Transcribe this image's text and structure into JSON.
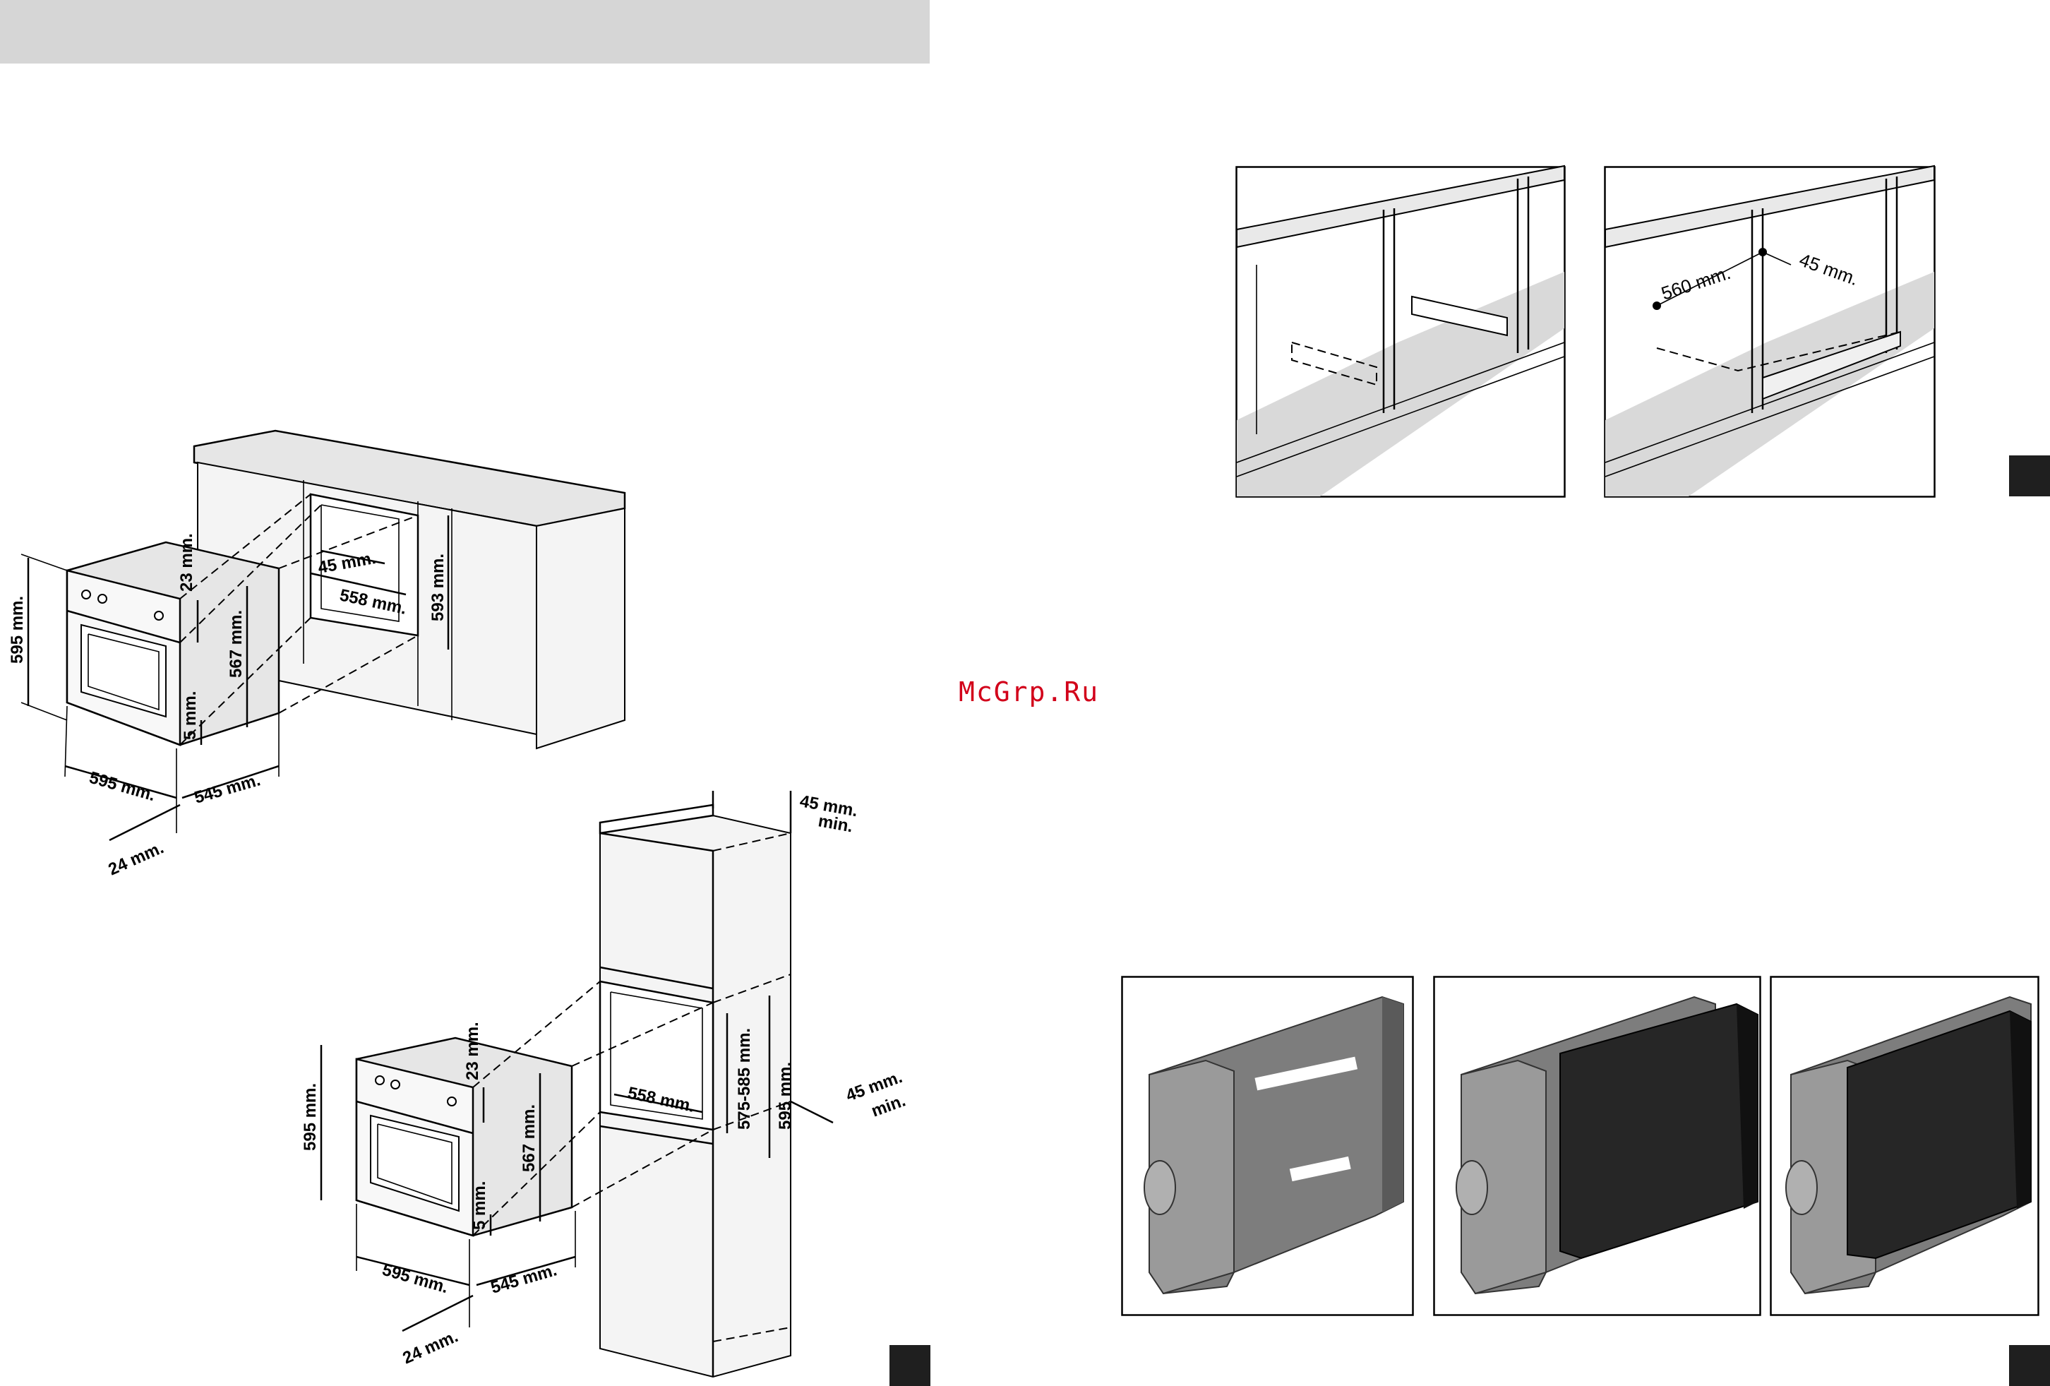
{
  "watermark": "McGrp.Ru",
  "fig_under_counter": {
    "oven_height": "595 mm.",
    "top_gap": "23 mm.",
    "inner_height": "567 mm.",
    "bottom_gap": "5 mm.",
    "oven_width": "595 mm.",
    "oven_depth": "545 mm.",
    "front_depth": "24 mm.",
    "niche_depth": "45 mm.",
    "niche_width": "558 mm.",
    "niche_height": "593 mm."
  },
  "fig_column": {
    "oven_height": "595 mm.",
    "top_gap": "23 mm.",
    "inner_height": "567 mm.",
    "bottom_gap": "5 mm.",
    "oven_width": "595 mm.",
    "oven_depth": "545 mm.",
    "front_depth": "24 mm.",
    "niche_width": "558 mm.",
    "niche_height_range": "575-585 mm.",
    "niche_height": "595 mm.",
    "top_clearance": "45 mm.",
    "top_clearance_min": "min.",
    "side_clearance": "45 mm.",
    "side_clearance_min": "min."
  },
  "fig_support": {
    "width": "560 mm.",
    "depth": "45 mm."
  }
}
